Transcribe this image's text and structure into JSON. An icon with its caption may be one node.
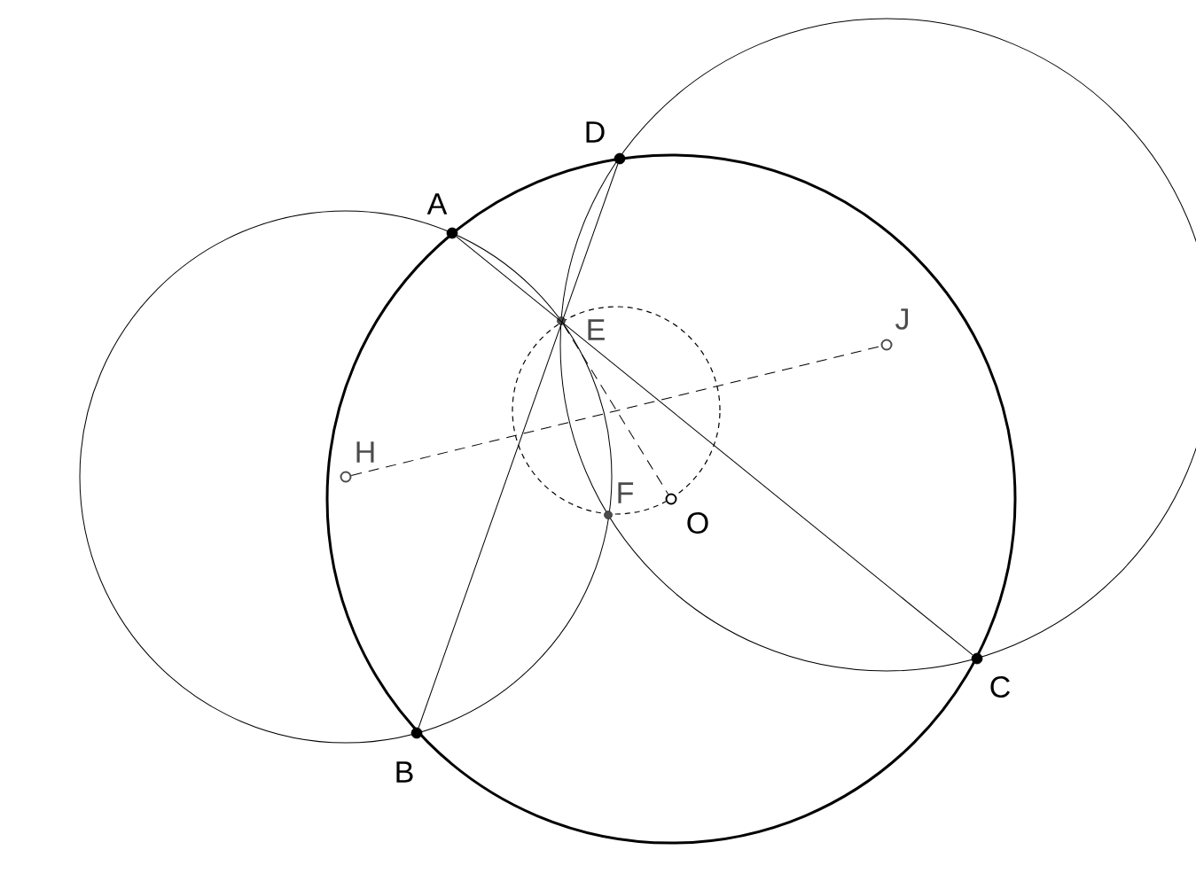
{
  "diagram": {
    "nodes": [
      {
        "text": [
          "A"
        ]
      },
      {
        "text": [
          "B"
        ]
      },
      {
        "text": [
          "C"
        ]
      },
      {
        "text": [
          "D"
        ]
      },
      {
        "text": [
          "E"
        ]
      },
      {
        "text": [
          "F"
        ]
      },
      {
        "text": [
          "H"
        ]
      },
      {
        "text": [
          "J"
        ]
      },
      {
        "text": [
          "O"
        ]
      }
    ],
    "edges": [
      {
        "from": 0,
        "to": 2,
        "arrow": "none"
      },
      {
        "from": 3,
        "to": 1,
        "arrow": "none"
      },
      {
        "from": 6,
        "to": 7,
        "arrow": "none",
        "style": "dashed"
      },
      {
        "from": 4,
        "to": 8,
        "arrow": "none",
        "style": "dashed"
      }
    ]
  }
}
